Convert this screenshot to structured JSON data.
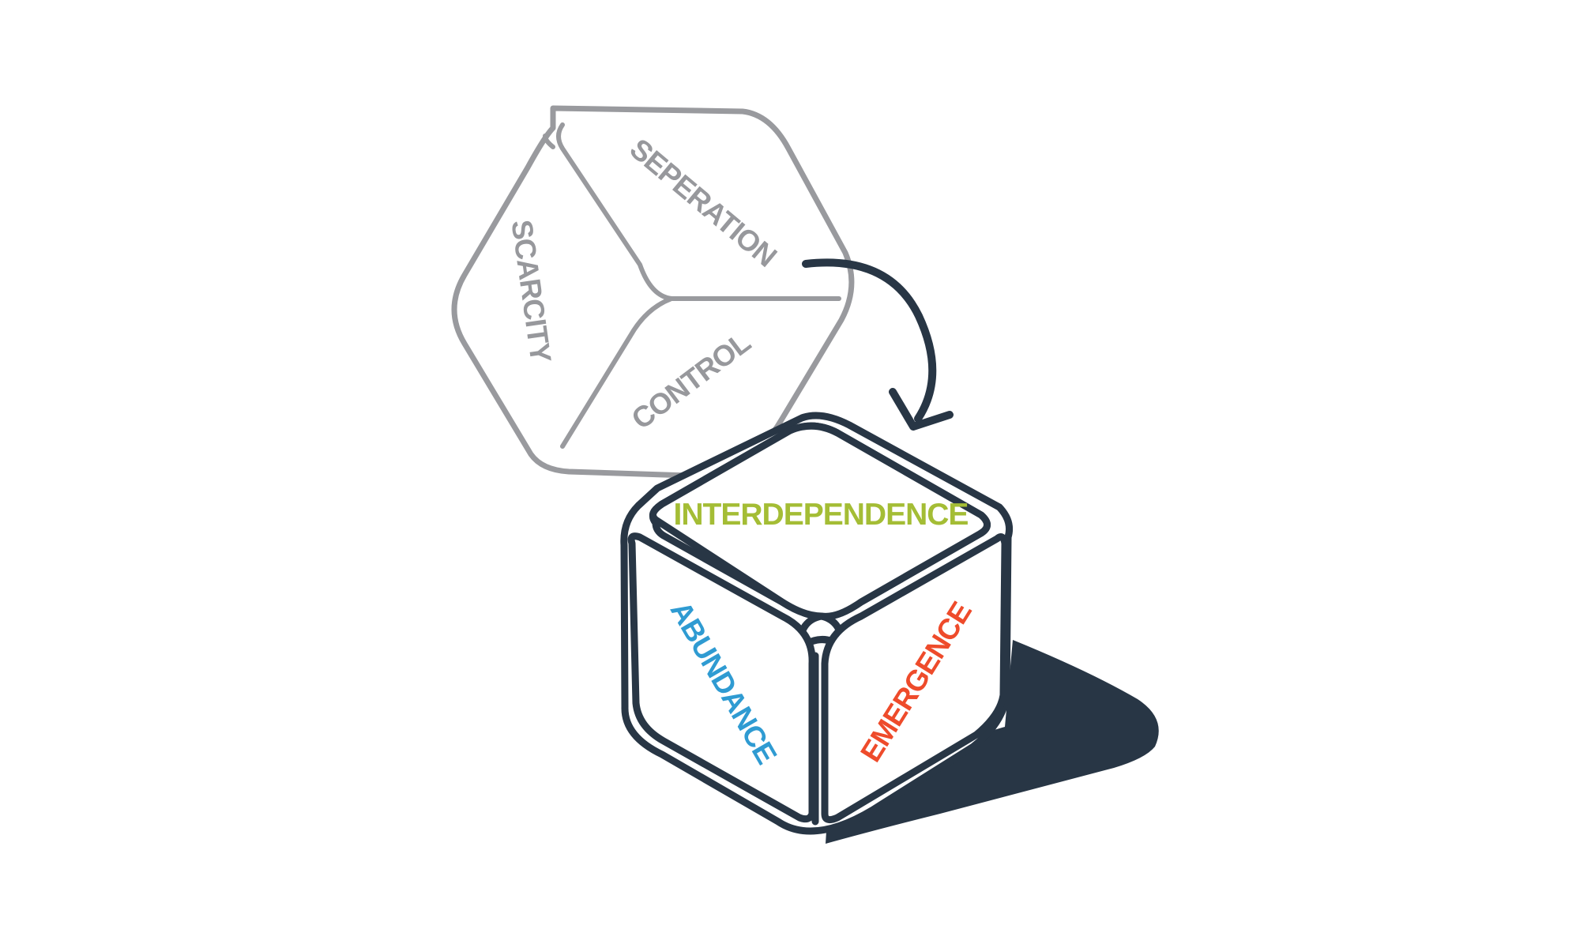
{
  "diagram": {
    "old_die": {
      "faces": [
        {
          "label": "SEPERATION"
        },
        {
          "label": "SCARCITY"
        },
        {
          "label": "CONTROL"
        }
      ]
    },
    "new_die": {
      "faces": [
        {
          "label": "INTERDEPENDENCE"
        },
        {
          "label": "ABUNDANCE"
        },
        {
          "label": "EMERGENCE"
        }
      ]
    }
  },
  "colors": {
    "background": "#ffffff",
    "old_die_stroke": "#999a9e",
    "old_die_text": "#97989c",
    "new_die_stroke": "#283645",
    "shadow": "#283645",
    "arrow": "#283645",
    "interdependence": "#a4bd35",
    "abundance": "#2f9bd2",
    "emergence": "#ee4b2b"
  }
}
